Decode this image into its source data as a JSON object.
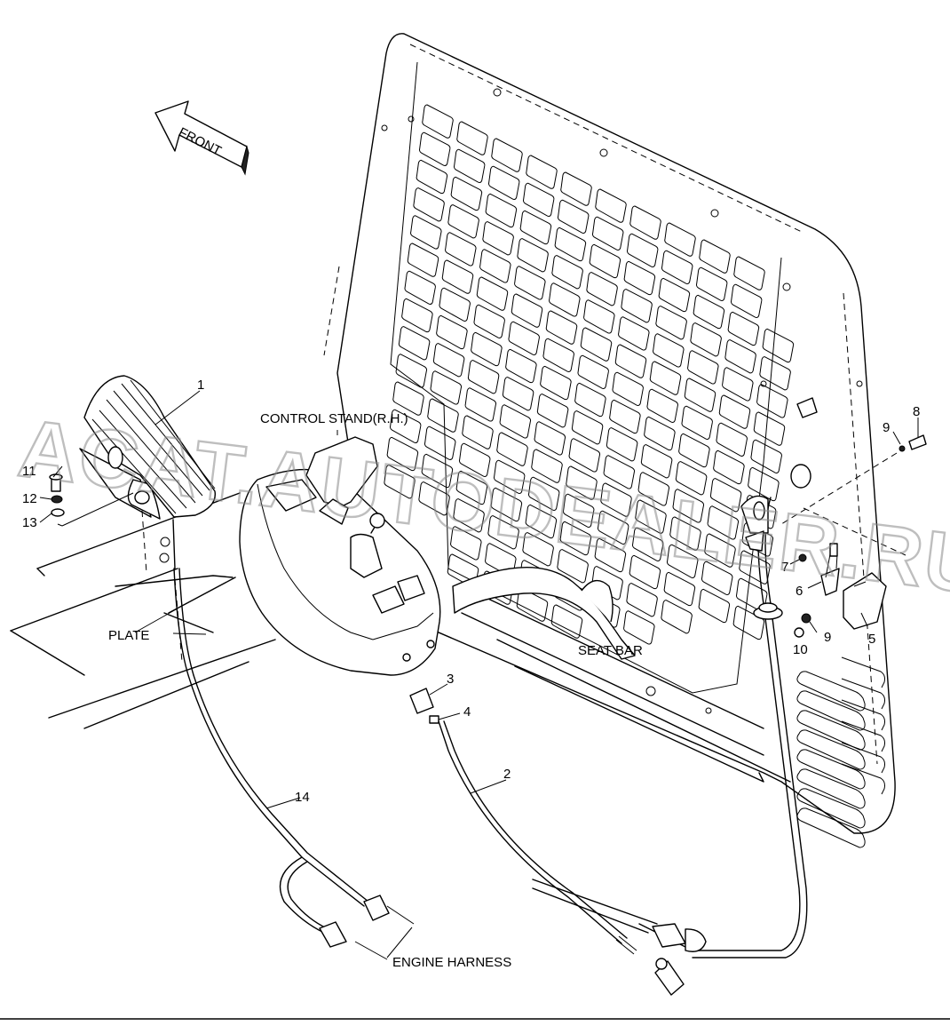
{
  "drawing": {
    "front_arrow_label": "FRONT",
    "labels": {
      "control_stand": "CONTROL STAND(R.H.)",
      "plate": "PLATE",
      "seat_bar": "SEAT BAR",
      "engine_harness": "ENGINE HARNESS"
    },
    "callouts": [
      "1",
      "2",
      "3",
      "4",
      "5",
      "6",
      "7",
      "8",
      "9",
      "9",
      "10",
      "11",
      "12",
      "13",
      "14"
    ],
    "watermark": "ACAT.AUTODEALER.RU"
  }
}
